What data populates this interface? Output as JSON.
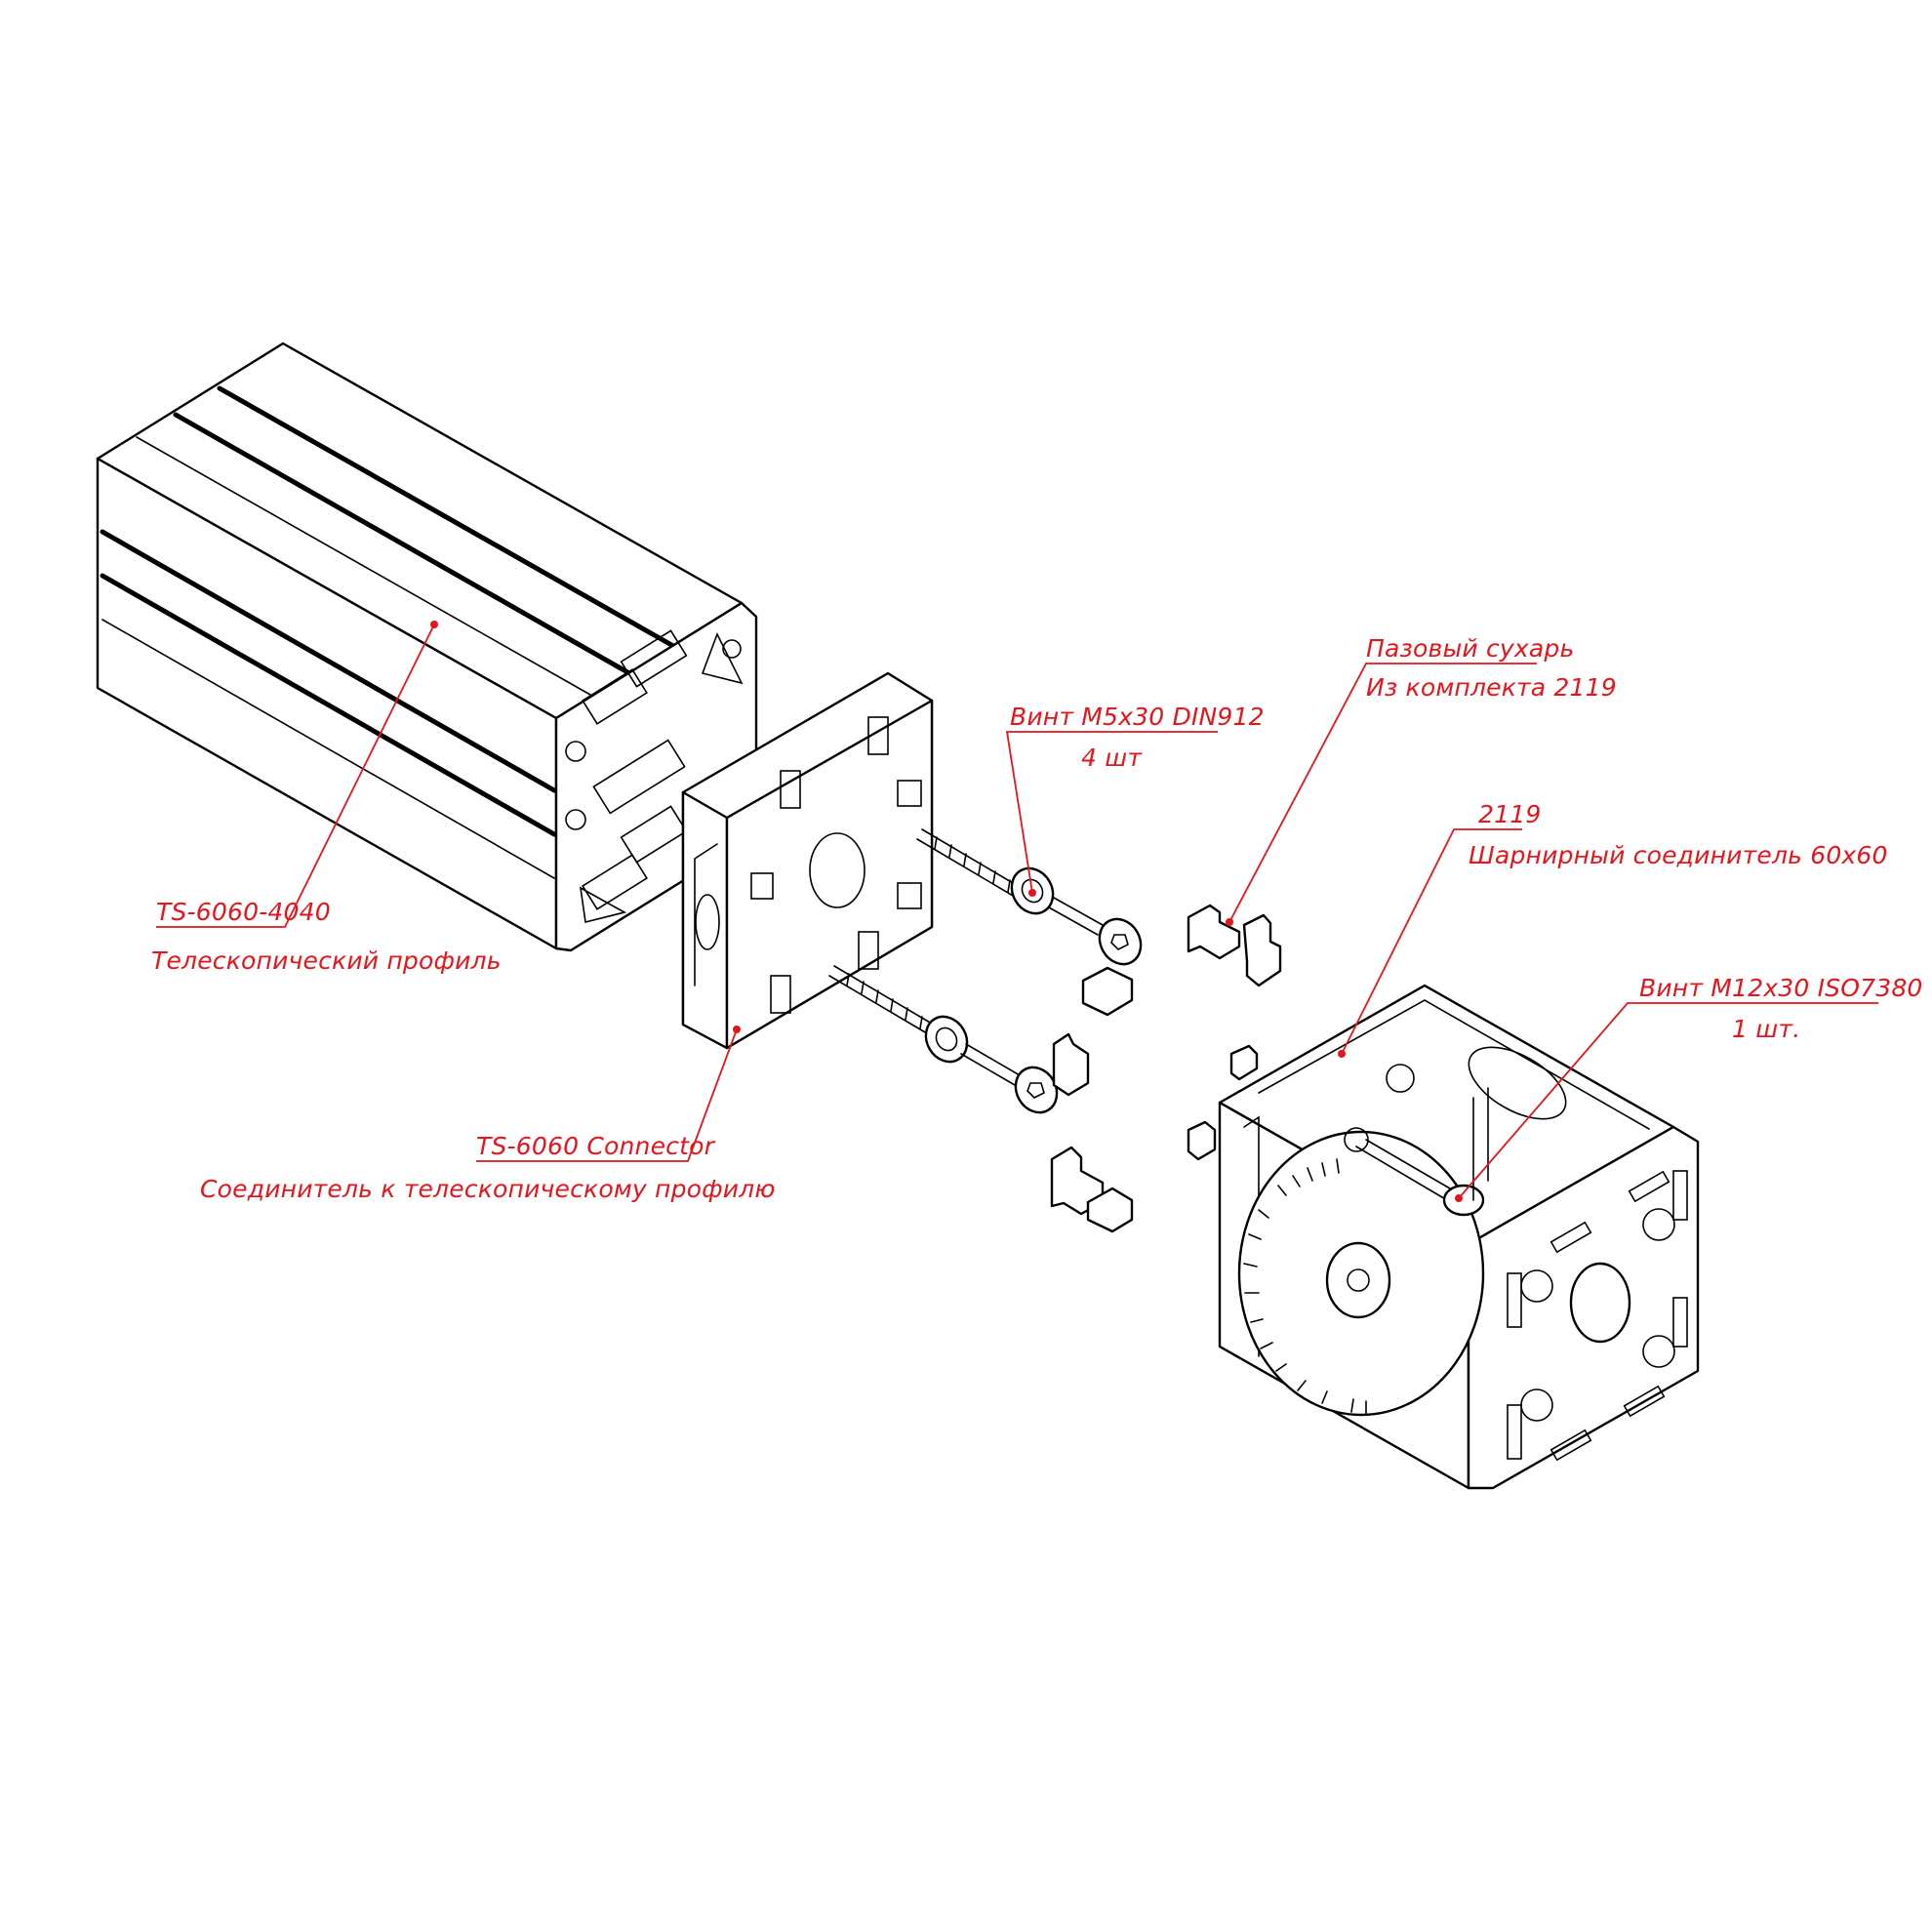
{
  "annotation_color": "#e8141c",
  "line_color": "#000000",
  "callouts": {
    "profile": {
      "code": "TS-6060-4040",
      "name": "Телескопический профиль"
    },
    "connector": {
      "code": "TS-6060 Connector",
      "name": "Соединитель к телескопическому профилю"
    },
    "screw_m5": {
      "code": "Винт М5х30 DIN912",
      "qty": "4 шт"
    },
    "slot_nut": {
      "code": "Пазовый сухарь",
      "note": "Из комплекта 2119"
    },
    "hinge": {
      "code": "2119",
      "name": "Шарнирный соединитель 60х60"
    },
    "screw_m12": {
      "code": "Винт М12х30 ISO7380",
      "qty": "1 шт."
    }
  }
}
